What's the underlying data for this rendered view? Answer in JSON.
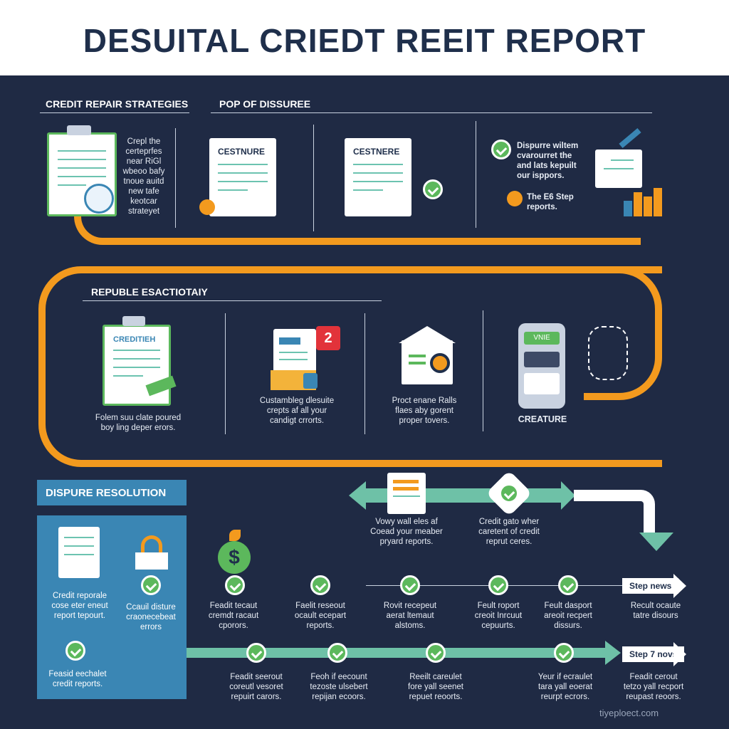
{
  "title": "DESUITAL CRIEDT REEIT REPORT",
  "watermark": "tiyeploect.com",
  "colors": {
    "background": "#1f2a44",
    "orange": "#f39a1e",
    "teal": "#6ec1a7",
    "green": "#5cb85c",
    "panel": "#3a86b4"
  },
  "section1": {
    "heading_left": "CREDIT REPAIR STRATEGIES",
    "heading_right": "POP OF DISSUREE",
    "card1_text": "Crepl the\ncerteprfes\nnear RiGl\nwbeoo bafy\ntnoue auitd\nnew tafe\nkeotcar\nstrateyet",
    "card2_label": "CESTNURE",
    "card3_label": "CESTNERE",
    "card4_text1": "Dispurre wiltem\ncvarourret the\nand lats kepuilt\nour isppors.",
    "card4_text2": "The E6 Step\nreports."
  },
  "section2": {
    "heading": "REPUBLE ESACTIOTAIY",
    "card1_label": "CREDITIEH",
    "card1_text": "Folem suu clate poured\nboy ling deper erors.",
    "card2_badge": "2",
    "card2_text": "Custambleg dlesuite\ncrepts af all your\ncandigt crrorts.",
    "card3_text": "Proct enane Ralls\nflaes aby gorent\nproper tovers.",
    "card4_phone_label": "VNIE",
    "card4_label": "CREATURE"
  },
  "section3": {
    "heading": "DISPURE RESOLUTION",
    "panel_text1": "Credit reporale\ncose eter eneut\nreport tepourt.",
    "panel_text2": "Feasid eechalet\ncredit reports.",
    "envelope_text": "Ccauil disture\ncraonecebeat\nerrors",
    "flow_text1": "Vowy wall eles af\nCoead your meaber\npryard reports.",
    "flow_text2": "Credit gato wher\ncaretent of credit\nreprut ceres.",
    "row1": [
      "Feadit tecaut\ncremdt racaut\ncporors.",
      "Faelit reseout\nocault ecepart\nreports.",
      "Rovit recepeut\naerat ltemaut\nalstoms.",
      "Feult roport\ncreoit Inrcuut\ncepuurts.",
      "Feult dasport\nareoit recpert\ndissurs."
    ],
    "step1": "Step news",
    "step1_text": "Recult ocaute\ntatre disours",
    "row2": [
      "Feadit seerout\ncoreutl vesoret\nrepuirt carors.",
      "Feoh if eecount\ntezoste ulsebert\nrepijan ecoors.",
      "Reeilt careulet\nfore yall seenet\nrepuet reoorts.",
      "Yeur if ecraulet\ntara yall eoerat\nreurpt ecrors."
    ],
    "step2": "Step 7 novs",
    "step2_text": "Feadit cerout\ntetzo yall recport\nreupast reoors."
  }
}
